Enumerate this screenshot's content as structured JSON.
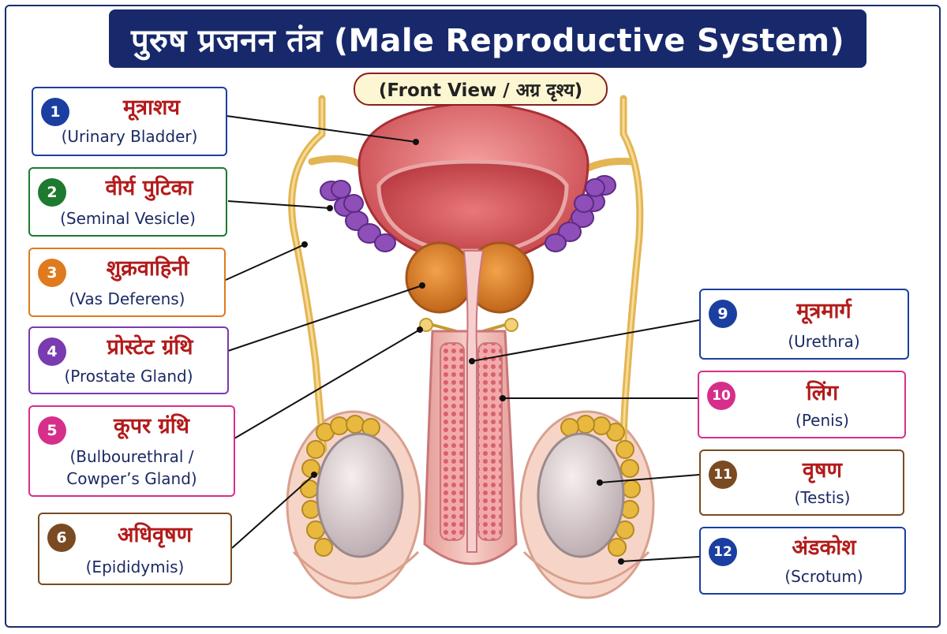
{
  "title": "पुरुष प्रजनन तंत्र (Male Reproductive System)",
  "subtitle": "(Front View / अग्र दृश्य)",
  "labels": [
    {
      "num": "1",
      "hindi": "मूत्राशय",
      "english": "(Urinary Bladder)",
      "color": "#1a3fa0"
    },
    {
      "num": "2",
      "hindi": "वीर्य पुटिका",
      "english": "(Seminal Vesicle)",
      "color": "#1e7a2e"
    },
    {
      "num": "3",
      "hindi": "शुक्रवाहिनी",
      "english": "(Vas Deferens)",
      "color": "#e07a1e"
    },
    {
      "num": "4",
      "hindi": "प्रोस्टेट ग्रंथि",
      "english": "(Prostate Gland)",
      "color": "#7a3ab0"
    },
    {
      "num": "5",
      "hindi": "कूपर ग्रंथि",
      "english": "(Bulbourethral /",
      "english2": "Cowper’s Gland)",
      "color": "#d62f8a"
    },
    {
      "num": "6",
      "hindi": "अधिवृषण",
      "english": "(Epididymis)",
      "color": "#7a4a22"
    },
    {
      "num": "9",
      "hindi": "मूत्रमार्ग",
      "english": "(Urethra)",
      "color": "#1a3fa0"
    },
    {
      "num": "10",
      "hindi": "लिंग",
      "english": "(Penis)",
      "color": "#d62f8a"
    },
    {
      "num": "11",
      "hindi": "वृषण",
      "english": "(Testis)",
      "color": "#7a4a22"
    },
    {
      "num": "12",
      "hindi": "अंडकोश",
      "english": "(Scrotum)",
      "color": "#1a3fa0"
    }
  ]
}
